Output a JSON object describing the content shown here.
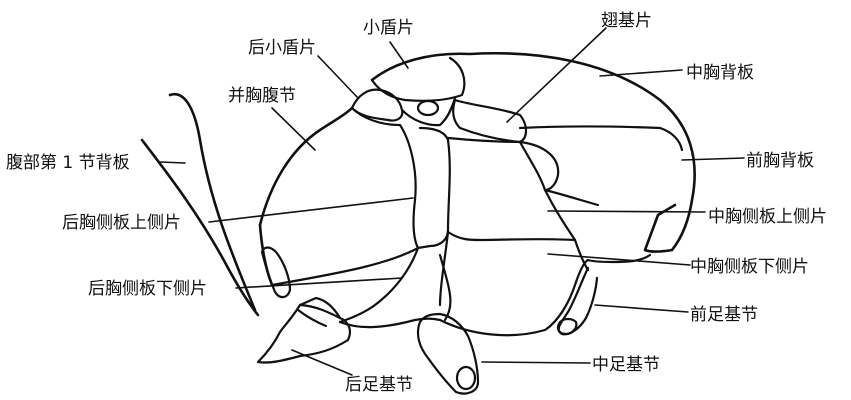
{
  "labels": {
    "xiaodunpian": "小盾片",
    "chijipian": "翅基片",
    "houxiaodunpian": "后小盾片",
    "zhongxiongbeiban": "中胸背板",
    "bingxiongfujie": "并胸腹节",
    "qianxiongbeiban": "前胸背板",
    "fubu_di1jie_beiban": "腹部第 1 节背板",
    "zhongxiong_cebanshangcepian": "中胸侧板上侧片",
    "houxiong_cebanshangcepian": "后胸侧板上侧片",
    "zhongxiong_cebanxiacepian": "中胸侧板下侧片",
    "houxiong_cebanxiacepian": "后胸侧板下侧片",
    "qianzujijie": "前足基节",
    "zhongzujijie": "中足基节",
    "houzujijie": "后足基节"
  }
}
